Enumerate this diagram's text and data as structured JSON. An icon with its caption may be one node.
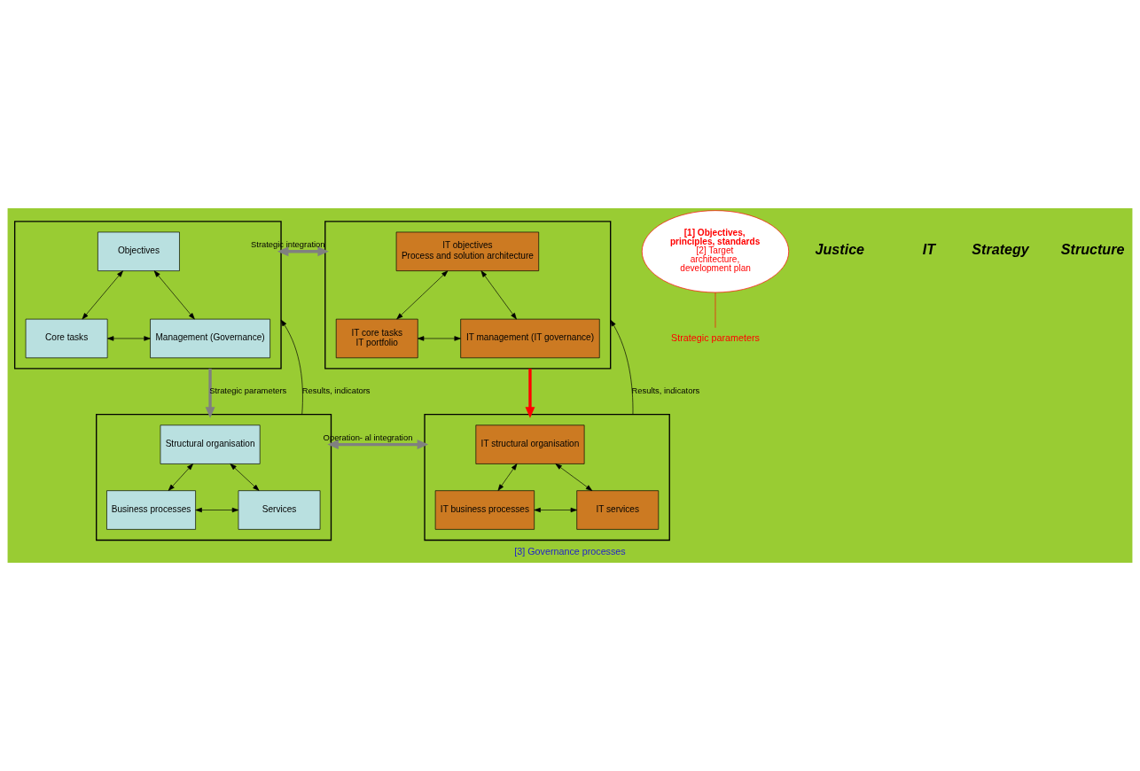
{
  "diagram": {
    "caption": "[3] Governance processes",
    "nodes": [
      {
        "text": [],
        "shape": "box"
      },
      {
        "text": [
          "Objectives"
        ],
        "in": 0
      },
      {
        "text": [
          "Core tasks"
        ],
        "in": 0
      },
      {
        "text": [
          "Management (Governance)"
        ],
        "in": 0
      },
      {
        "text": [],
        "shape": "box"
      },
      {
        "text": [
          "IT objectives",
          "Process and solution architecture"
        ],
        "in": 4
      },
      {
        "text": [
          "IT core tasks",
          "IT portfolio"
        ],
        "in": 4
      },
      {
        "text": [
          "IT management (IT governance)"
        ],
        "in": 4
      },
      {
        "text": [],
        "shape": "box"
      },
      {
        "text": [
          "Structural organisation"
        ],
        "in": 8
      },
      {
        "text": [
          "Business processes"
        ],
        "in": 8
      },
      {
        "text": [
          "Services"
        ],
        "in": 8
      },
      {
        "text": [],
        "shape": "box"
      },
      {
        "text": [
          "IT structural organisation"
        ],
        "in": 12
      },
      {
        "text": [
          "IT business processes"
        ],
        "in": 12
      },
      {
        "text": [
          "IT services"
        ],
        "in": 12
      },
      {
        "text": [
          "Strategic parameters"
        ]
      },
      {
        "text": [
          "**[1] Objectives, principles, standards** [2] Target architecture, development plan"
        ]
      }
    ],
    "edges": [
      {
        "from": 1,
        "to": 2,
        "arrow": "both"
      },
      {
        "from": 1,
        "to": 3,
        "arrow": "both"
      },
      {
        "from": 2,
        "to": 3,
        "arrow": "both"
      },
      {
        "from": 5,
        "to": 6,
        "arrow": "both"
      },
      {
        "from": 5,
        "to": 7,
        "arrow": "both"
      },
      {
        "from": 6,
        "to": 7,
        "arrow": "both"
      },
      {
        "from": 0,
        "to": 4,
        "arrow": "both",
        "label": "Strategic integration",
        "style": "thick",
        "color": "#808080"
      },
      {
        "from": 0,
        "to": 8,
        "arrow": "to",
        "label": "Strategic parameters",
        "style": "thick",
        "color": "#808080"
      },
      {
        "from": 8,
        "to": 0,
        "arrow": "to",
        "label": "Results, indicators"
      },
      {
        "from": 4,
        "to": 12,
        "arrow": "to",
        "style": "thick",
        "color": "#ff0000"
      },
      {
        "from": 12,
        "to": 4,
        "arrow": "to",
        "label": "Results, indicators"
      },
      {
        "from": 17,
        "to": 16,
        "arrow": "none",
        "color": "#ff0000"
      },
      {
        "from": 9,
        "to": 10,
        "arrow": "both"
      },
      {
        "from": 9,
        "to": 11,
        "arrow": "both"
      },
      {
        "from": 10,
        "to": 11,
        "arrow": "both"
      },
      {
        "from": 13,
        "to": 14,
        "arrow": "both"
      },
      {
        "from": 13,
        "to": 15,
        "arrow": "both"
      },
      {
        "from": 14,
        "to": 15,
        "arrow": "both"
      },
      {
        "from": 8,
        "to": 12,
        "arrow": "both",
        "label": "Operation- al integration",
        "style": "thick",
        "color": "#808080"
      }
    ],
    "labels": [
      "Justice",
      "IT",
      "Strategy",
      "Structure"
    ]
  }
}
